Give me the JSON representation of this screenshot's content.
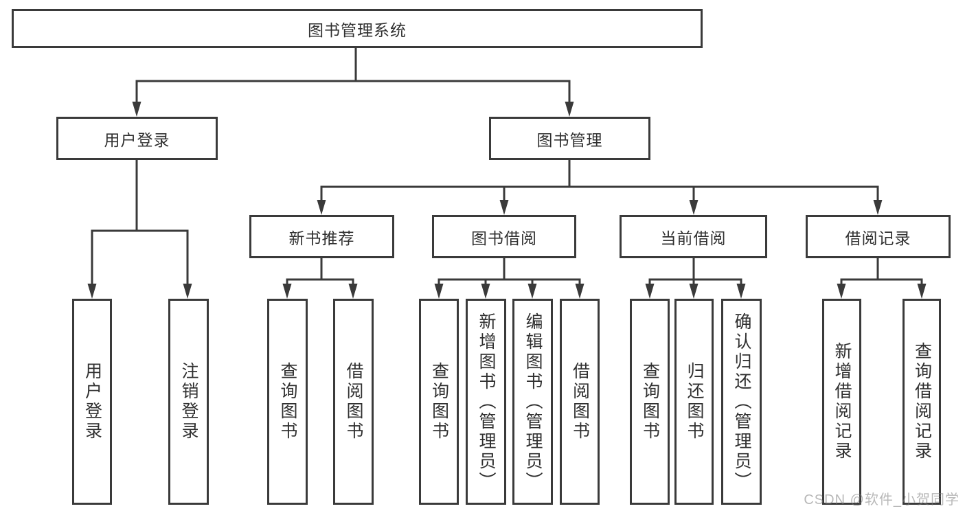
{
  "diagram_title": "图书管理系统",
  "colors": {
    "line": "#3a3a3a",
    "text": "#303030",
    "background": "#ffffff",
    "watermark": "#9a9a9a"
  },
  "watermark": {
    "text": "CSDN @软件_小贺同学"
  },
  "tree": {
    "label": "图书管理系统",
    "children": [
      {
        "label": "用户登录",
        "children": [
          {
            "label": "用户登录"
          },
          {
            "label": "注销登录"
          }
        ]
      },
      {
        "label": "图书管理",
        "children": [
          {
            "label": "新书推荐",
            "children": [
              {
                "label": "查询图书"
              },
              {
                "label": "借阅图书"
              }
            ]
          },
          {
            "label": "图书借阅",
            "children": [
              {
                "label": "查询图书"
              },
              {
                "label": "新增图书（管理员）"
              },
              {
                "label": "编辑图书（管理员）"
              },
              {
                "label": "借阅图书"
              }
            ]
          },
          {
            "label": "当前借阅",
            "children": [
              {
                "label": "查询图书"
              },
              {
                "label": "归还图书"
              },
              {
                "label": "确认归还（管理员）"
              }
            ]
          },
          {
            "label": "借阅记录",
            "children": [
              {
                "label": "新增借阅记录"
              },
              {
                "label": "查询借阅记录"
              }
            ]
          }
        ]
      }
    ]
  }
}
